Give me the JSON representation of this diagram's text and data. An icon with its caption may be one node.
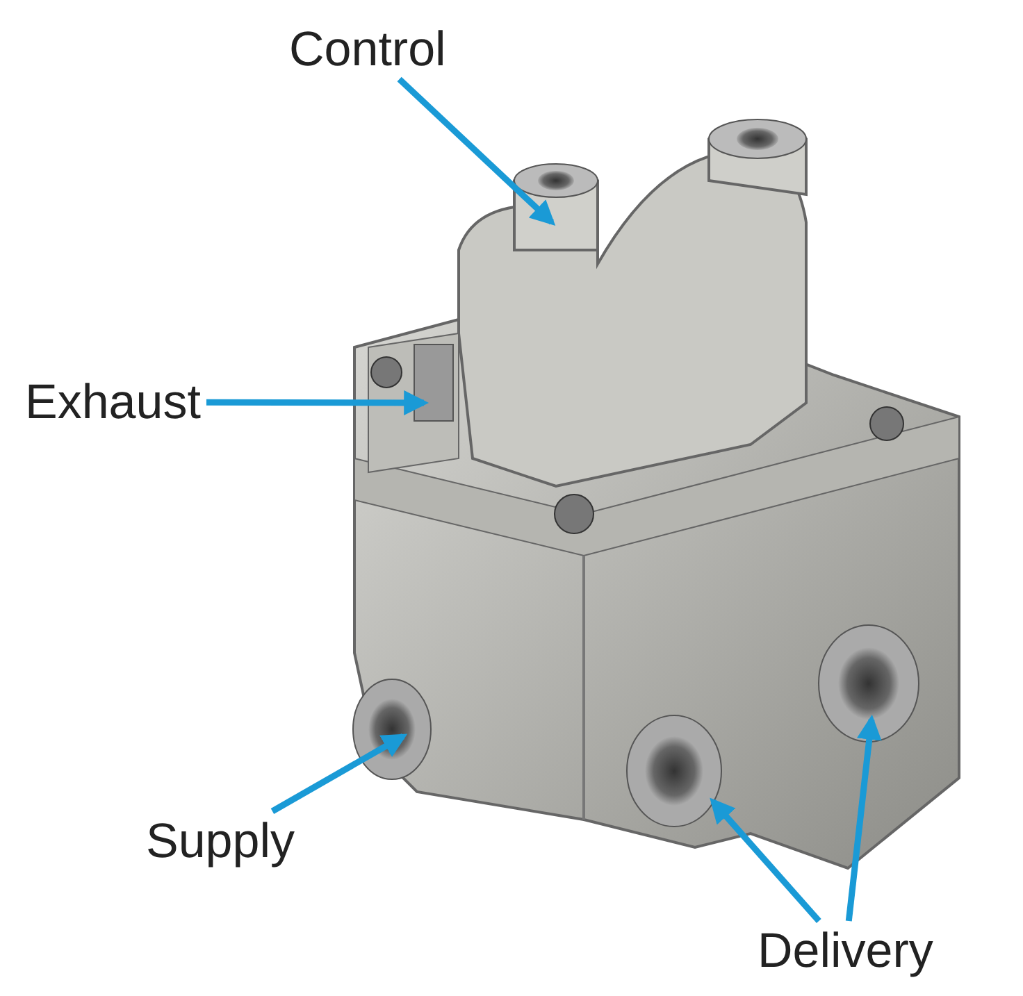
{
  "diagram": {
    "nodes": [
      {
        "text": [
          "Control"
        ]
      },
      {
        "text": [
          "Exhaust"
        ]
      },
      {
        "text": [
          "Supply"
        ]
      },
      {
        "text": [
          "Delivery"
        ]
      }
    ],
    "edges": [
      {
        "from": 0,
        "to": null,
        "arrow": "to"
      },
      {
        "from": 1,
        "to": null,
        "arrow": "to"
      },
      {
        "from": 2,
        "to": null,
        "arrow": "to"
      },
      {
        "from": 3,
        "to": null,
        "arrow": "to"
      },
      {
        "from": 3,
        "to": null,
        "arrow": "to"
      }
    ]
  }
}
